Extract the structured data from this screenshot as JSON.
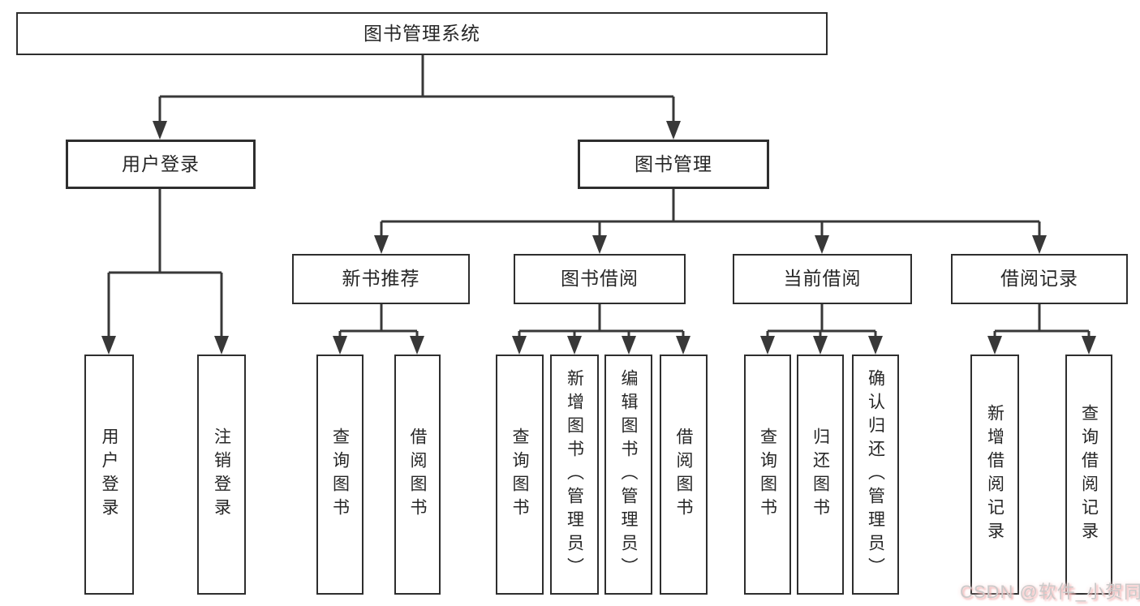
{
  "tree": {
    "root": {
      "label": "图书管理系统"
    },
    "user_login": {
      "label": "用户登录",
      "children": [
        {
          "label": "用户登录"
        },
        {
          "label": "注销登录"
        }
      ]
    },
    "book_mgmt": {
      "label": "图书管理"
    },
    "new_book": {
      "label": "新书推荐",
      "children": [
        {
          "label": "查询图书"
        },
        {
          "label": "借阅图书"
        }
      ]
    },
    "book_borrow": {
      "label": "图书借阅",
      "children": [
        {
          "label": "查询图书"
        },
        {
          "label": "新增图书（管理员）"
        },
        {
          "label": "编辑图书（管理员）"
        },
        {
          "label": "借阅图书"
        }
      ]
    },
    "current_borrow": {
      "label": "当前借阅",
      "children": [
        {
          "label": "查询图书"
        },
        {
          "label": "归还图书"
        },
        {
          "label": "确认归还（管理员）"
        }
      ]
    },
    "borrow_record": {
      "label": "借阅记录",
      "children": [
        {
          "label": "新增借阅记录"
        },
        {
          "label": "查询借阅记录"
        }
      ]
    }
  },
  "watermark": {
    "text": "CSDN @软件_小贺同学"
  },
  "colors": {
    "line": "#383838",
    "box_border": "#2e2e2e",
    "text": "#262626",
    "background": "#ffffff",
    "watermark_text": "#cacaca",
    "watermark_shadow": "#f2b6b6"
  }
}
